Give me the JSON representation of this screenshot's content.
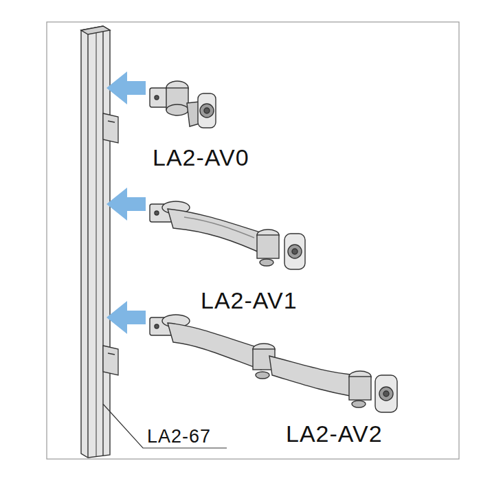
{
  "diagram": {
    "labels": [
      "LA2-AV0",
      "LA2-AV1",
      "LA2-AV2",
      "LA2-67"
    ]
  }
}
